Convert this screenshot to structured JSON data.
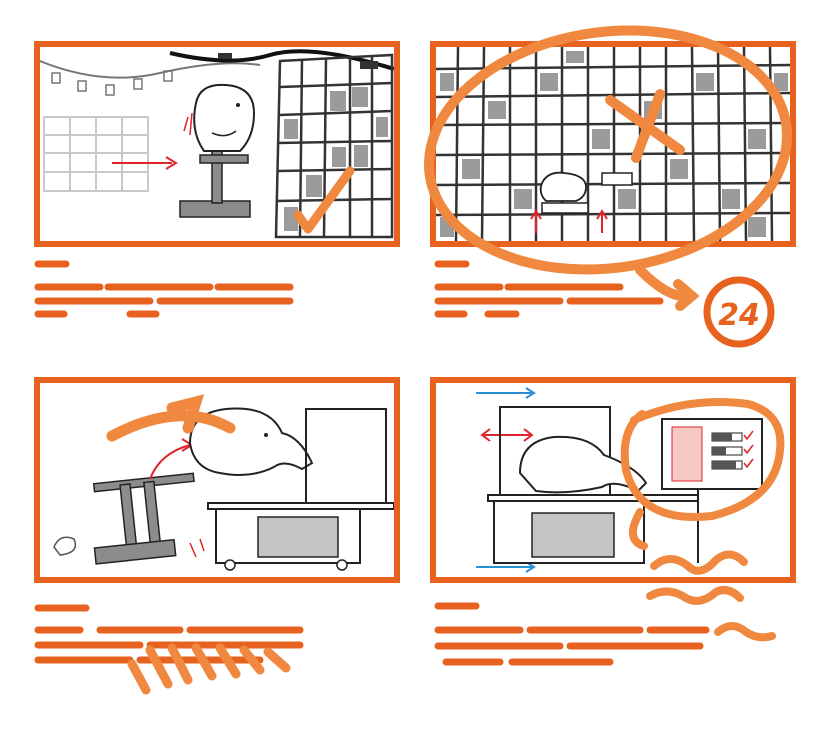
{
  "colors": {
    "accent": "#e8621f",
    "accent_light": "#f0893f",
    "grey_fill": "#9b9b9b",
    "arrow_red": "#e0242b",
    "arrow_blue": "#2b8fd6"
  },
  "panels": [
    {
      "scene": "elephant-on-lift-beside-shelf-approved"
    },
    {
      "scene": "elephant-in-shelf-slot-rejected"
    },
    {
      "scene": "elephant-jumps-onto-cart"
    },
    {
      "scene": "elephant-on-cart-with-monitor"
    }
  ],
  "badge": {
    "label": "24"
  }
}
